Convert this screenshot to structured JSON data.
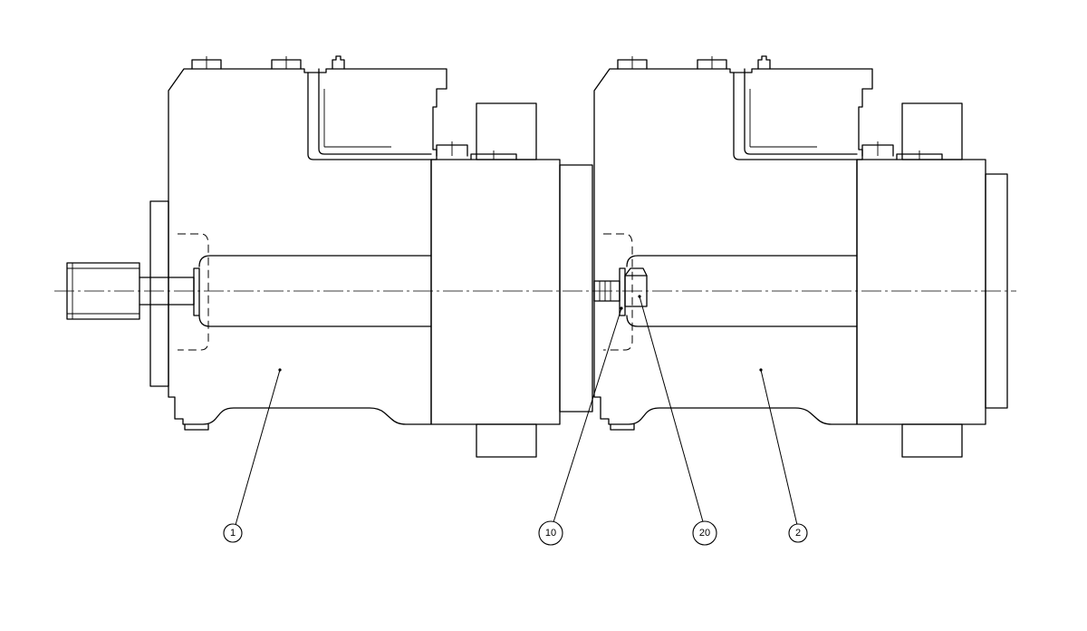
{
  "drawing": {
    "balloons": [
      {
        "id": "part-1",
        "label": "1"
      },
      {
        "id": "part-10",
        "label": "10"
      },
      {
        "id": "part-20",
        "label": "20"
      },
      {
        "id": "part-2",
        "label": "2"
      }
    ]
  }
}
